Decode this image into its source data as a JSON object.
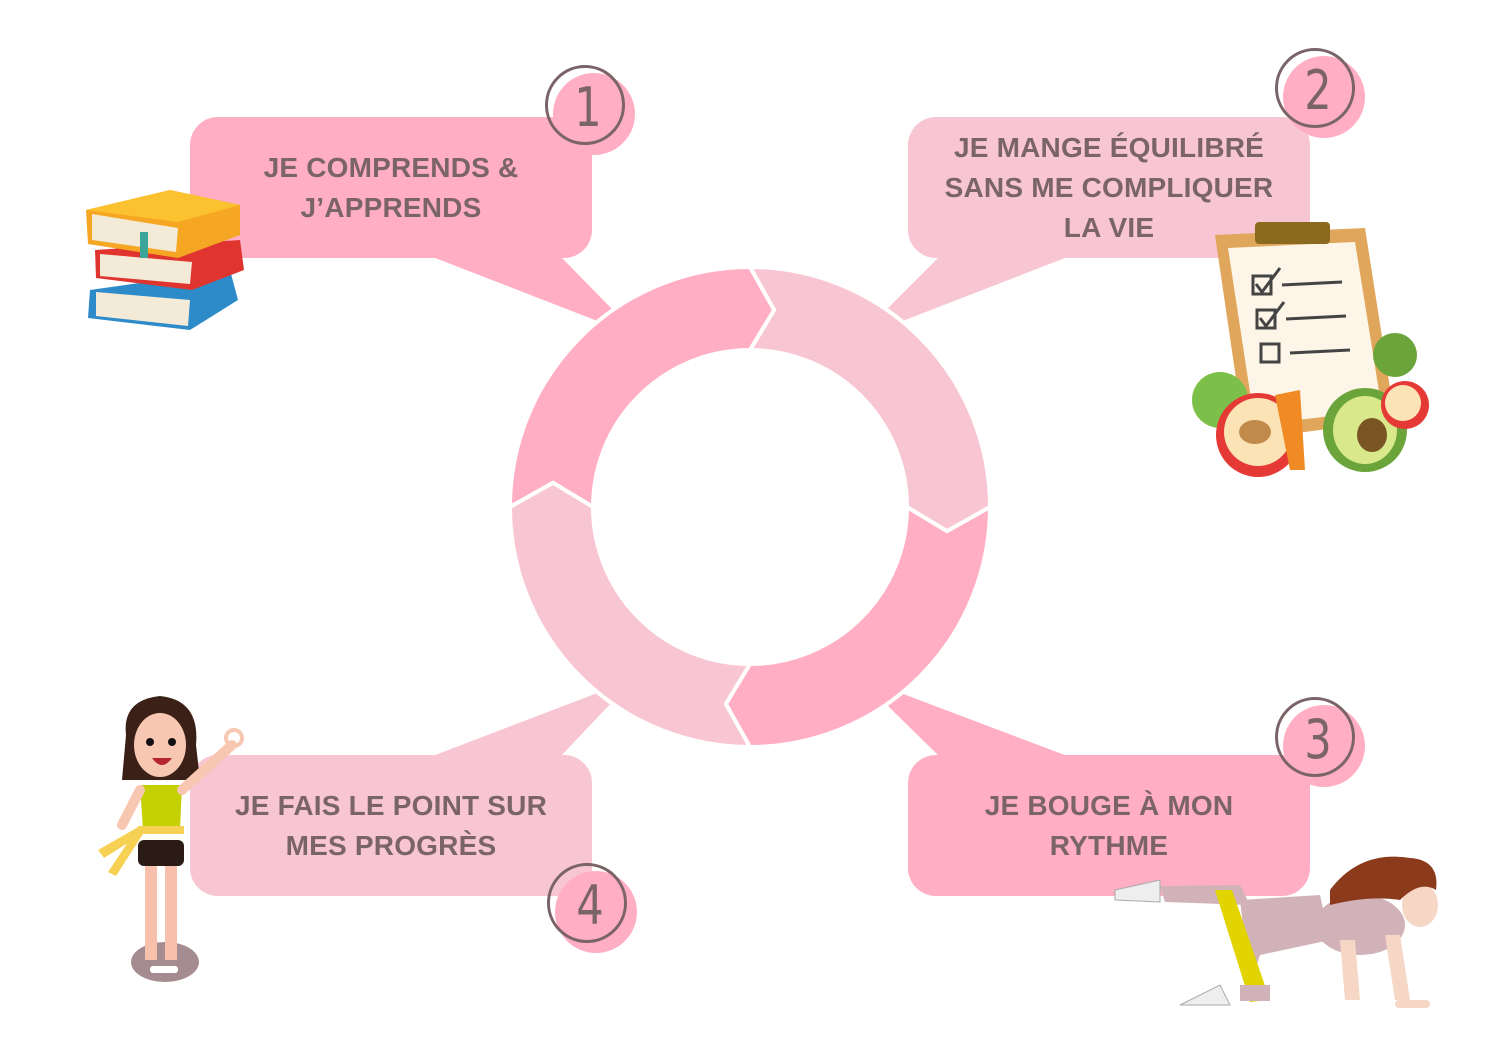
{
  "steps": [
    {
      "number": "1",
      "lines": [
        "JE COMPRENDS &",
        "J’APPRENDS"
      ],
      "illustration": "books-icon"
    },
    {
      "number": "2",
      "lines": [
        "JE MANGE ÉQUILIBRÉ",
        "SANS ME COMPLIQUER",
        "LA VIE"
      ],
      "illustration": "clipboard-vegetables-icon"
    },
    {
      "number": "3",
      "lines": [
        "JE BOUGE À MON",
        "RYTHME"
      ],
      "illustration": "exercising-woman-icon"
    },
    {
      "number": "4",
      "lines": [
        "JE FAIS LE POINT SUR",
        "MES PROGRÈS"
      ],
      "illustration": "woman-on-scale-icon"
    }
  ],
  "colors": {
    "dark_pink": "#ffaec3",
    "light_pink": "#f8c6d3",
    "text": "#7b6468"
  }
}
